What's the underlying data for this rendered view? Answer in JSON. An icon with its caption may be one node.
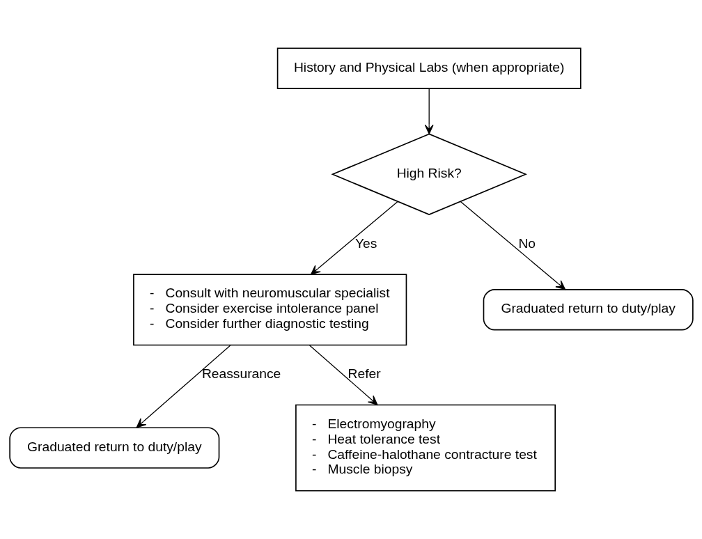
{
  "diagram": {
    "nodes": [
      {
        "text": [
          "History and Physical Labs (when appropriate)"
        ]
      },
      {
        "text": [
          "High Risk?"
        ]
      },
      {
        "text": [
          "-   Consult with neuromuscular specialist",
          "-   Consider exercise intolerance panel",
          "-   Consider further diagnostic testing"
        ]
      },
      {
        "text": [
          "Graduated return to duty/play"
        ]
      },
      {
        "text": [
          "Graduated return to duty/play"
        ]
      },
      {
        "text": [
          "-   Electromyography",
          "-   Heat tolerance test",
          "-   Caffeine-halothane contracture test",
          "-   Muscle biopsy"
        ]
      }
    ],
    "edges": [
      {
        "from": 0,
        "to": 1,
        "arrow": "to"
      },
      {
        "from": 1,
        "to": 2,
        "arrow": "to",
        "label": "Yes"
      },
      {
        "from": 1,
        "to": 3,
        "arrow": "to",
        "label": "No"
      },
      {
        "from": 2,
        "to": 4,
        "arrow": "to",
        "label": "Reassurance"
      },
      {
        "from": 2,
        "to": 5,
        "arrow": "to",
        "label": "Refer"
      }
    ]
  }
}
